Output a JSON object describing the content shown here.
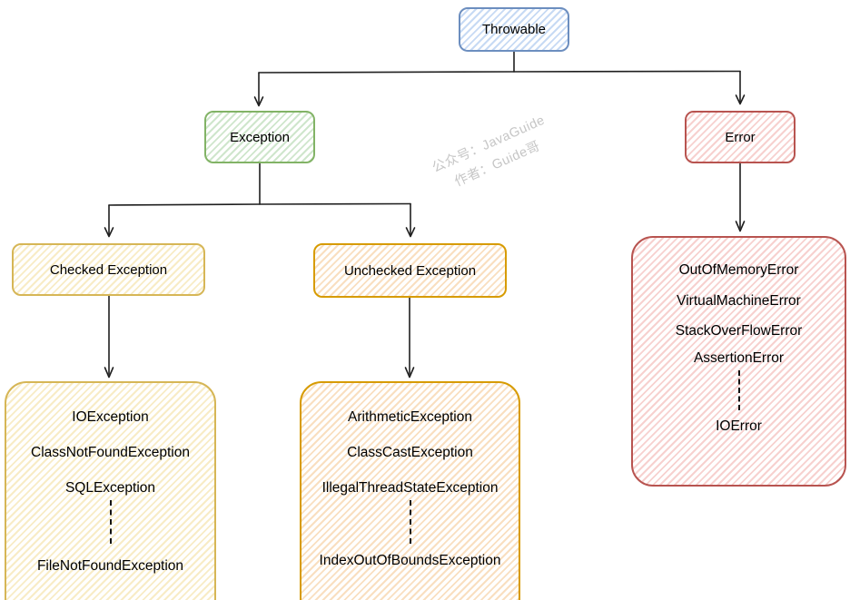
{
  "watermark": {
    "line1": "公众号：JavaGuide",
    "line2": "作者：Guide哥"
  },
  "palette": {
    "blue": {
      "fill": "#dae8fc",
      "stroke": "#6c8ebf"
    },
    "green": {
      "fill": "#d5e8d4",
      "stroke": "#82b366"
    },
    "red": {
      "fill": "#f8cecc",
      "stroke": "#b85450"
    },
    "gold": {
      "fill": "#fff2cc",
      "stroke": "#d6b656"
    },
    "orange": {
      "fill": "#ffe6cc",
      "stroke": "#d79b00"
    },
    "connector": "#1f1f1f"
  },
  "nodes": {
    "throwable": {
      "label": "Throwable"
    },
    "exception": {
      "label": "Exception"
    },
    "error": {
      "label": "Error"
    },
    "checked": {
      "label": "Checked Exception"
    },
    "unchecked": {
      "label": "Unchecked Exception"
    }
  },
  "lists": {
    "checked": {
      "items": [
        "IOException",
        "ClassNotFoundException",
        "SQLException"
      ],
      "more": "FileNotFoundException"
    },
    "unchecked": {
      "items": [
        "ArithmeticException",
        "ClassCastException",
        "IllegalThreadStateException"
      ],
      "more": "IndexOutOfBoundsException"
    },
    "error": {
      "items": [
        "OutOfMemoryError",
        "VirtualMachineError",
        "StackOverFlowError",
        "AssertionError"
      ],
      "more": "IOError"
    }
  },
  "edges": [
    {
      "from": "Throwable",
      "to": "Exception"
    },
    {
      "from": "Throwable",
      "to": "Error"
    },
    {
      "from": "Exception",
      "to": "Checked Exception"
    },
    {
      "from": "Exception",
      "to": "Unchecked Exception"
    },
    {
      "from": "Checked Exception",
      "to": "checked-examples-list"
    },
    {
      "from": "Unchecked Exception",
      "to": "unchecked-examples-list"
    },
    {
      "from": "Error",
      "to": "error-examples-list"
    }
  ]
}
